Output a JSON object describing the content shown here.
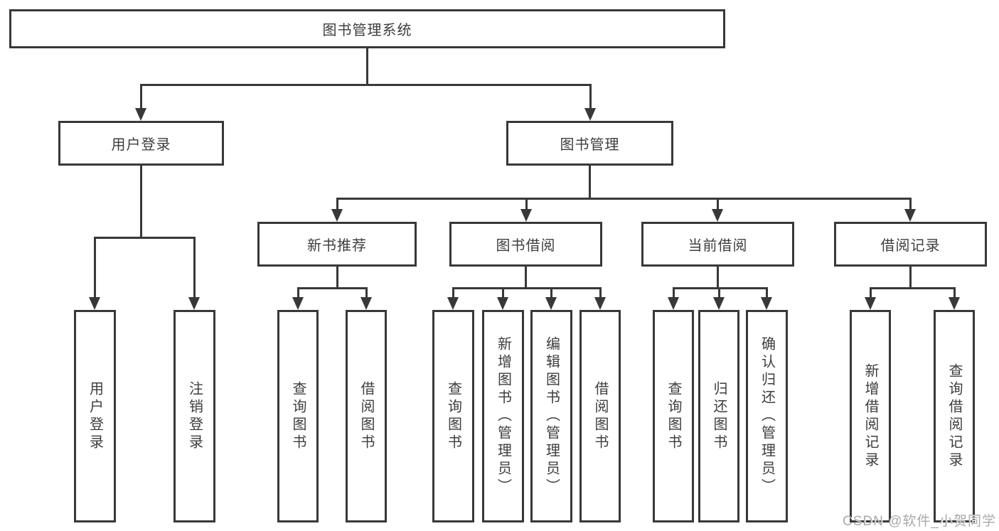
{
  "watermark": "CSDN @软件_小贺同学",
  "colors": {
    "line": "#383838",
    "text": "#3d3d3d",
    "watermark": "#a9a9a9",
    "background": "#ffffff"
  },
  "tree": {
    "root": {
      "label": "图书管理系统"
    },
    "children": [
      {
        "label": "用户登录",
        "children": [
          {
            "label": "用户登录"
          },
          {
            "label": "注销登录"
          }
        ]
      },
      {
        "label": "图书管理",
        "children": [
          {
            "label": "新书推荐",
            "children": [
              {
                "label": "查询图书"
              },
              {
                "label": "借阅图书"
              }
            ]
          },
          {
            "label": "图书借阅",
            "children": [
              {
                "label": "查询图书"
              },
              {
                "label": "新增图书（管理员）"
              },
              {
                "label": "编辑图书（管理员）"
              },
              {
                "label": "借阅图书"
              }
            ]
          },
          {
            "label": "当前借阅",
            "children": [
              {
                "label": "查询图书"
              },
              {
                "label": "归还图书"
              },
              {
                "label": "确认归还（管理员）"
              }
            ]
          },
          {
            "label": "借阅记录",
            "children": [
              {
                "label": "新增借阅记录"
              },
              {
                "label": "查询借阅记录"
              }
            ]
          }
        ]
      }
    ]
  }
}
